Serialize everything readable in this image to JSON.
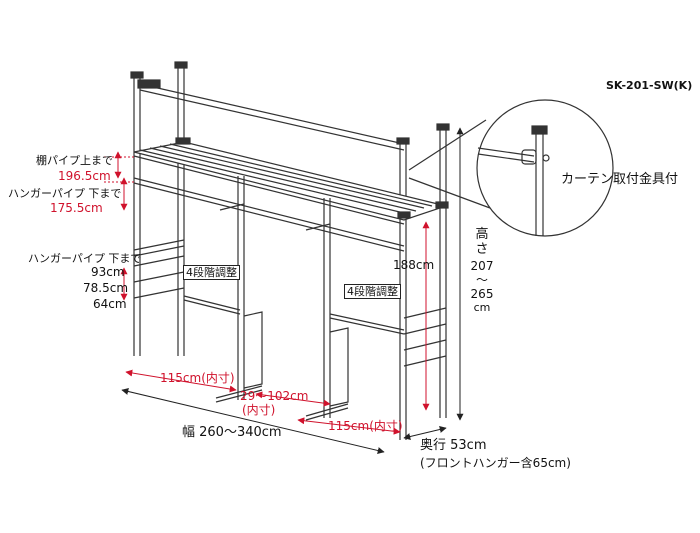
{
  "model": "SK-201-SW(K)",
  "callout": "カーテン取付金具付",
  "left_labels": {
    "shelf_pipe_top_a": "棚パイプ上まで",
    "shelf_pipe_top_b": "196.5cm",
    "hanger_top_a": "ハンガーパイプ 下まで",
    "hanger_top_b": "175.5cm",
    "hanger_low_a": "ハンガーパイプ 下まで",
    "hanger_low_1": "93cm",
    "hanger_low_2": "78.5cm",
    "hanger_low_3": "64cm"
  },
  "adjust_label": "4段階調整",
  "dims": {
    "inner_height": "188cm",
    "height_label": [
      "高",
      "さ",
      "207",
      "〜",
      "265",
      "cm"
    ],
    "width_left": "115cm(内寸)",
    "width_mid_a": "29〜102cm",
    "width_mid_b": "(内寸)",
    "width_right": "115cm(内寸)",
    "width_total": "幅 260〜340cm",
    "depth_a": "奥行 53cm",
    "depth_b": "(フロントハンガー含65cm)"
  },
  "colors": {
    "line": "#333333",
    "dim_red": "#d0122c"
  }
}
